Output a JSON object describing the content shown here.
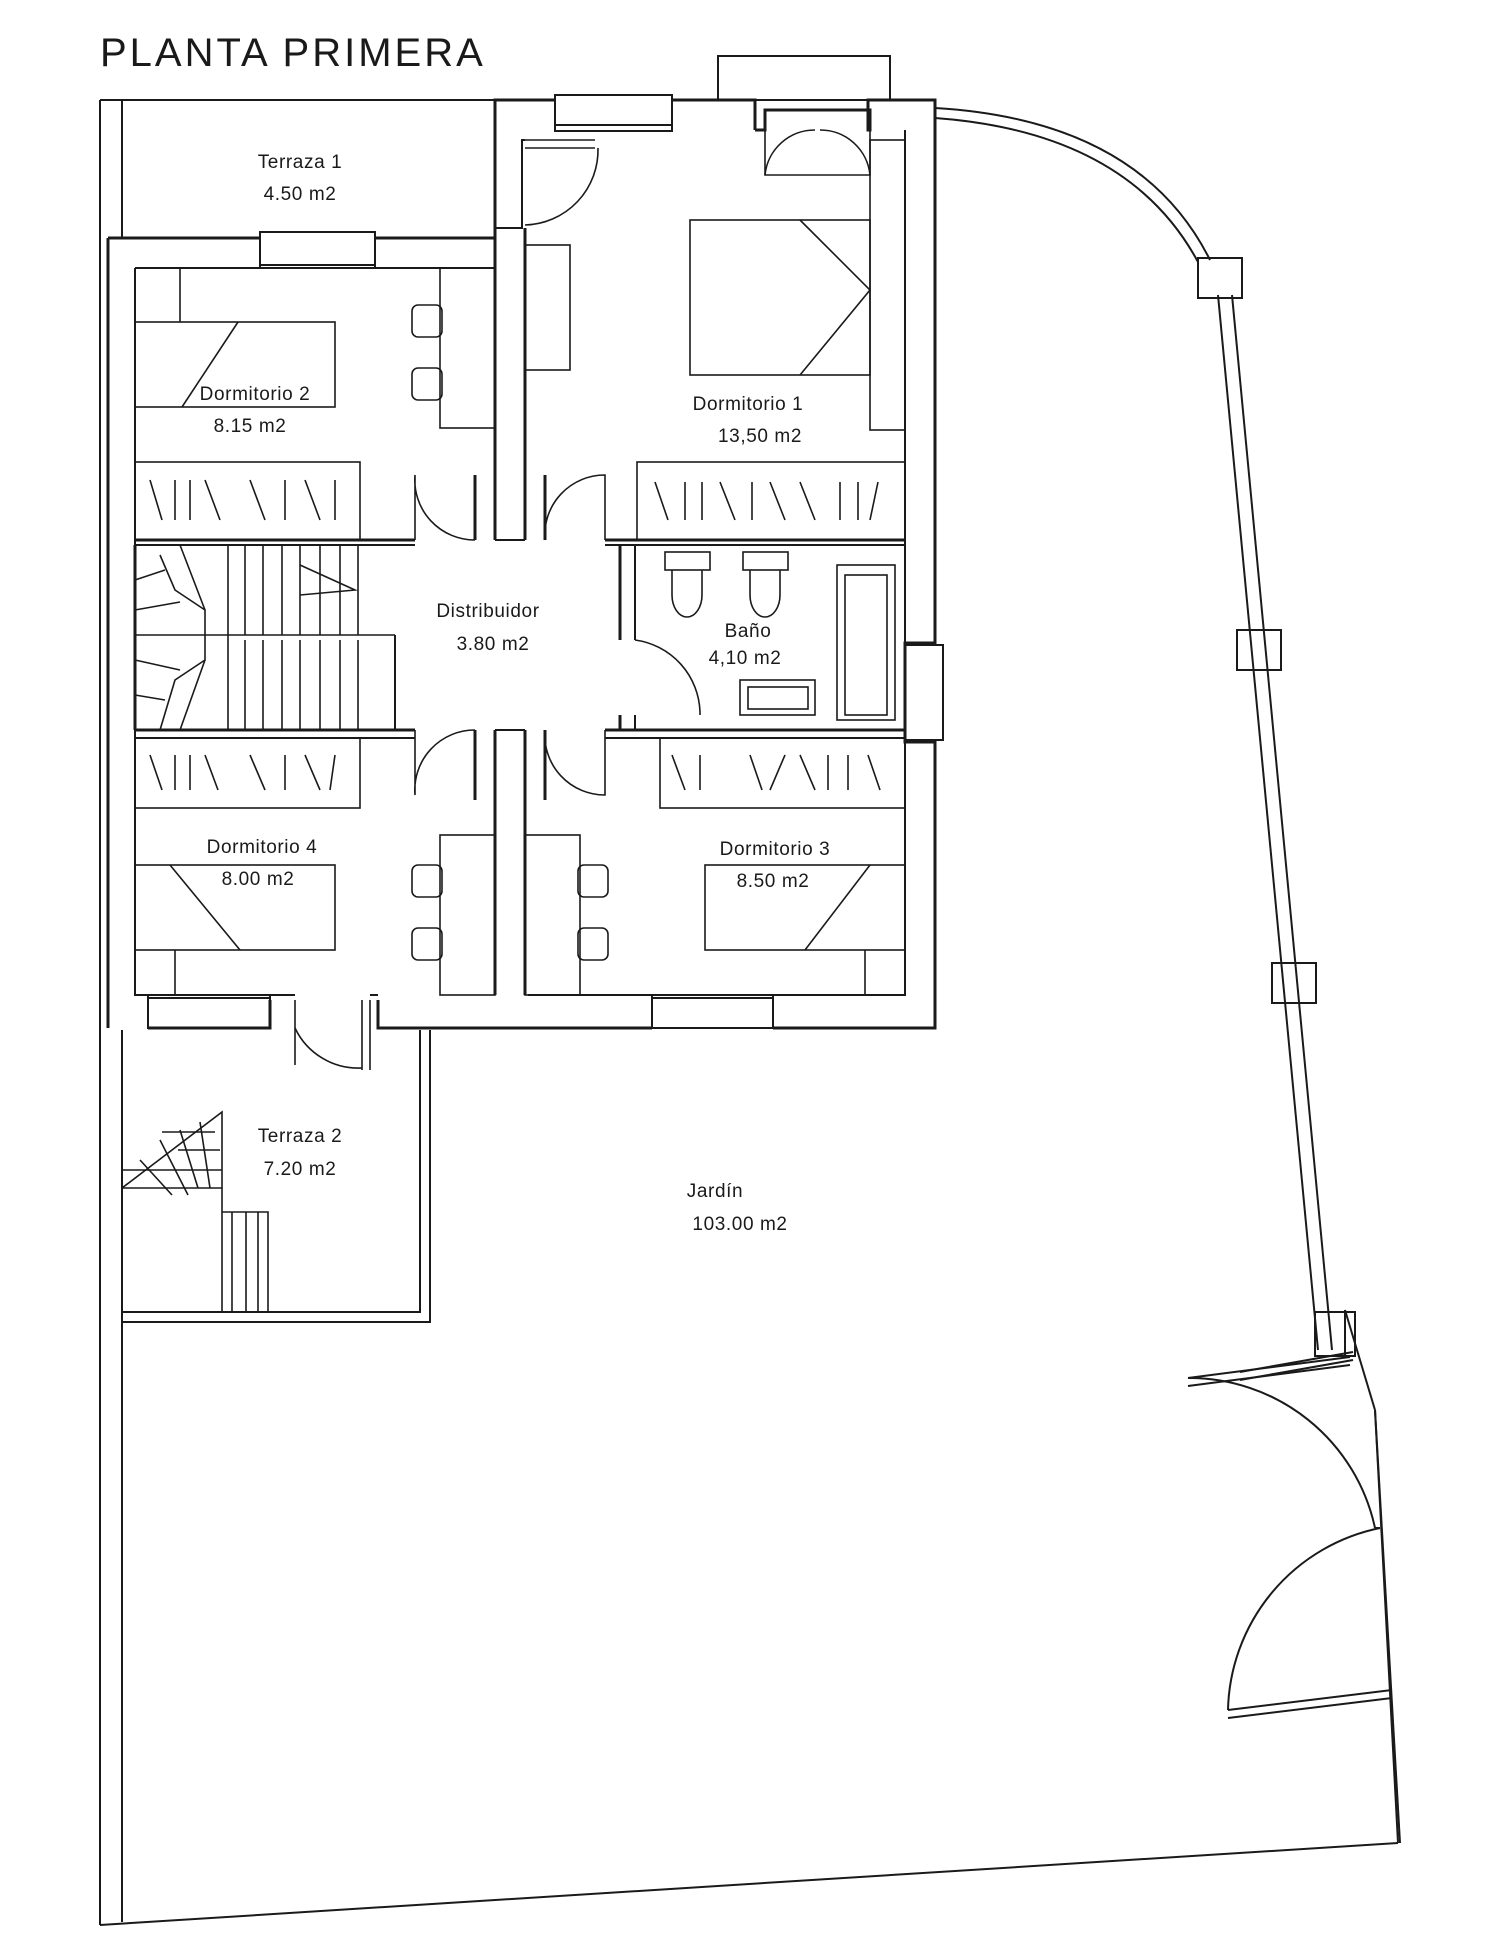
{
  "plan": {
    "title": "PLANTA PRIMERA",
    "rooms": [
      {
        "id": "terraza-1",
        "name": "Terraza  1",
        "area": "4.50  m2"
      },
      {
        "id": "dormitorio-2",
        "name": "Dormitorio  2",
        "area": "8.15  m2"
      },
      {
        "id": "dormitorio-1",
        "name": "Dormitorio  1",
        "area": "13,50  m2"
      },
      {
        "id": "distribuidor",
        "name": "Distribuidor",
        "area": "3.80  m2"
      },
      {
        "id": "bano",
        "name": "Baño",
        "area": "4,10  m2"
      },
      {
        "id": "dormitorio-4",
        "name": "Dormitorio  4",
        "area": "8.00  m2"
      },
      {
        "id": "dormitorio-3",
        "name": "Dormitorio  3",
        "area": "8.50  m2"
      },
      {
        "id": "terraza-2",
        "name": "Terraza  2",
        "area": "7.20  m2"
      },
      {
        "id": "jardin",
        "name": "Jardín",
        "area": "103.00  m2"
      }
    ]
  }
}
